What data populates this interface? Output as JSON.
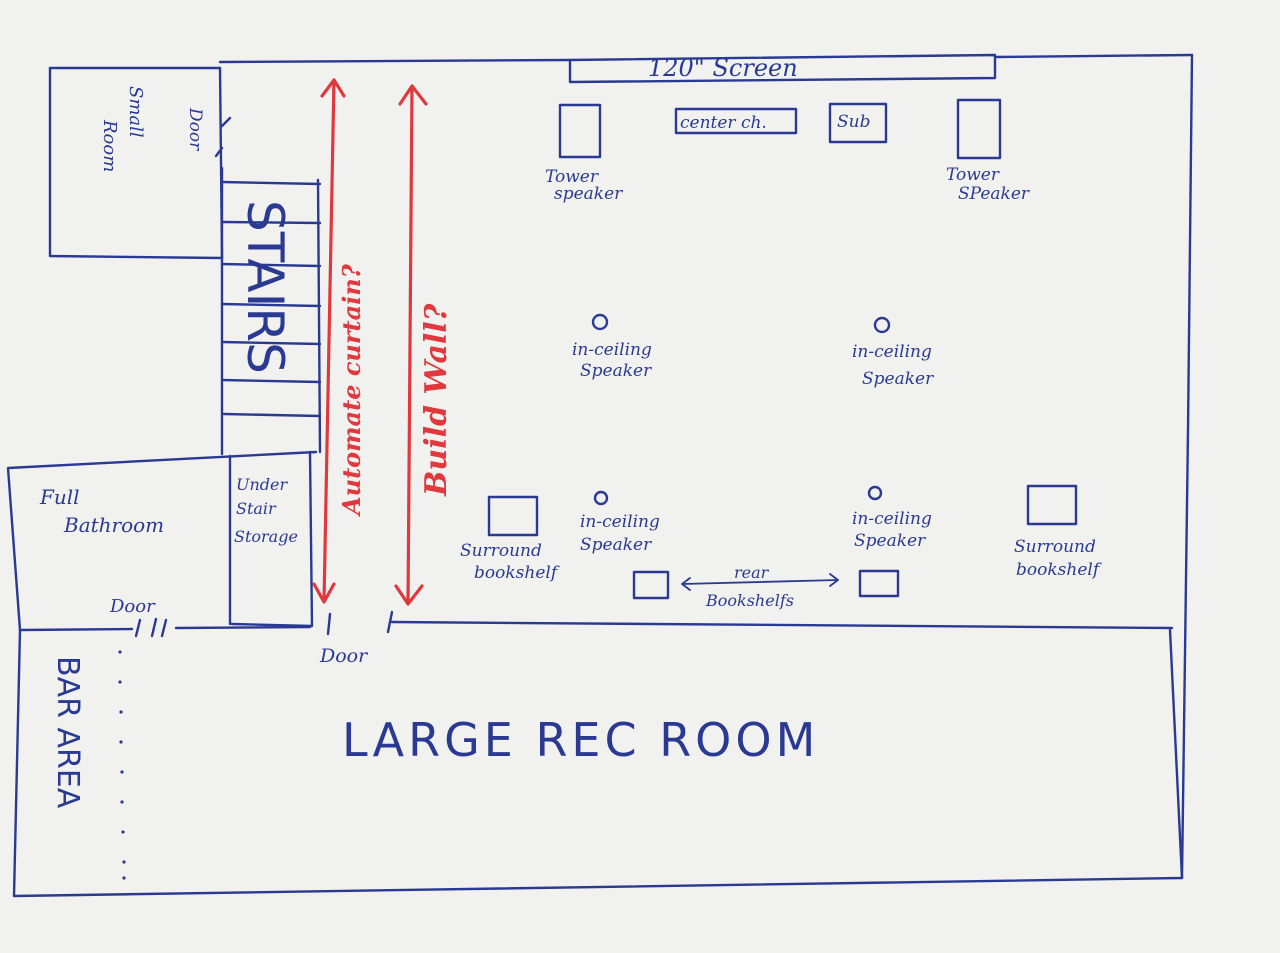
{
  "labels": {
    "screen": "120\" Screen",
    "center": "center ch.",
    "sub": "Sub",
    "tower": "Tower",
    "speaker_lower": "speaker",
    "speaker_alt": "SPeaker",
    "in_ceiling": "in-ceiling",
    "speaker": "Speaker",
    "surround": "Surround",
    "bookshelf": "bookshelf",
    "rear": "rear",
    "bookshelfs": "Bookshelfs",
    "small": "Small",
    "room": "Room",
    "door": "Door",
    "stairs": "STAIRS",
    "automate": "Automate curtain?",
    "build_wall": "Build Wall?",
    "full": "Full",
    "bathroom": "Bathroom",
    "under": "Under",
    "stair": "Stair",
    "storage": "Storage",
    "bar_area": "BAR AREA",
    "large_rec_room": "LARGE REC ROOM"
  },
  "colors": {
    "ink": "#2a3a93",
    "red_ink": "#e0383c",
    "paper": "#f1f1ef"
  }
}
